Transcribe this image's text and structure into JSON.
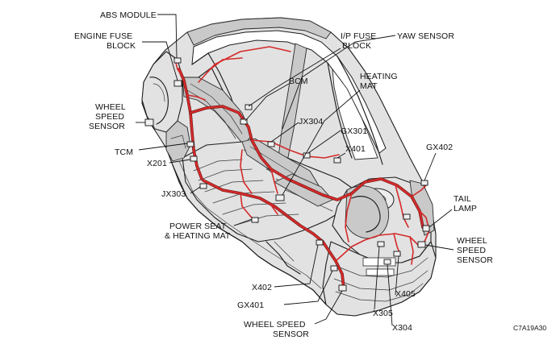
{
  "labels": {
    "abs_module": "ABS MODULE",
    "engine_fuse_line1": "ENGINE FUSE",
    "engine_fuse_line2": "BLOCK",
    "ip_fuse_line1": "I/P FUSE",
    "ip_fuse_line2": "BLOCK",
    "yaw_sensor": "YAW SENSOR",
    "heating_mat_line1": "HEATING",
    "heating_mat_line2": "MAT",
    "bcm": "BCM",
    "wheel_speed_front_line1": "WHEEL",
    "wheel_speed_front_line2": "SPEED",
    "wheel_speed_front_line3": "SENSOR",
    "jx304": "JX304",
    "gx301": "GX301",
    "x401": "X401",
    "gx402": "GX402",
    "tcm": "TCM",
    "x201": "X201",
    "jx303": "JX303",
    "tail_lamp_line1": "TAIL",
    "tail_lamp_line2": "LAMP",
    "power_seat_line1": "POWER SEAT",
    "power_seat_line2": "& HEATING MAT",
    "wheel_speed_right_line1": "WHEEL",
    "wheel_speed_right_line2": "SPEED",
    "wheel_speed_right_line3": "SENSOR",
    "x402": "X402",
    "x405": "X405",
    "gx401": "GX401",
    "x305": "X305",
    "x304": "X304",
    "wheel_speed_bottom_line1": "WHEEL SPEED",
    "wheel_speed_bottom_line2": "SENSOR"
  },
  "figure_code": "C7A19A30",
  "colors": {
    "harness": "#d42a2a",
    "body_outline": "#1e1e1e",
    "body_fill": "#e2e2e2",
    "text": "#111111"
  }
}
